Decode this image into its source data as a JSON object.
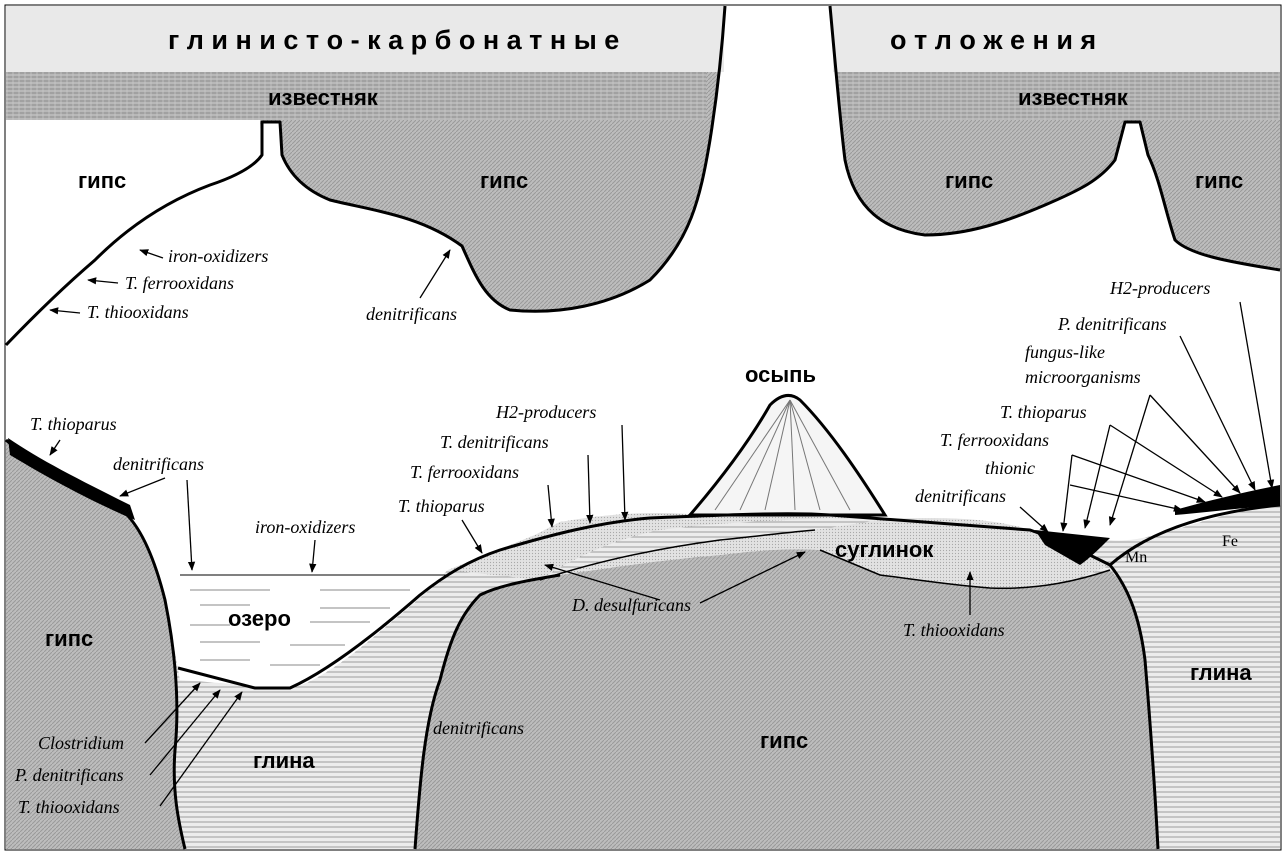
{
  "header": {
    "left": "г л и н и с т о - к а р б о н а т н ы е",
    "right": "о т л о ж е н и я"
  },
  "rocks": {
    "limestone_left": "известняк",
    "limestone_right": "известняк",
    "gypsum_top_1": "гипс",
    "gypsum_top_2": "гипс",
    "gypsum_top_3": "гипс",
    "gypsum_top_4": "гипс",
    "gypsum_left": "гипс",
    "gypsum_bottom": "гипс",
    "clay_bottom": "глина",
    "clay_right": "глина",
    "scree": "осыпь",
    "loam": "суглинок",
    "lake": "озеро"
  },
  "elements": {
    "mn": "Mn",
    "fe": "Fe"
  },
  "microbes": {
    "ceiling_iron_oxidizers": "iron-oxidizers",
    "ceiling_t_ferrooxidans": "T. ferrooxidans",
    "ceiling_t_thiooxidans": "T. thiooxidans",
    "ceiling_denitrificans": "denitrificans",
    "left_t_thioparus": "T. thioparus",
    "left_denitrificans": "denitrificans",
    "lake_iron_oxidizers": "iron-oxidizers",
    "floor_h2_producers": "H2-producers",
    "floor_t_denitrificans": "T. denitrificans",
    "floor_t_ferrooxidans": "T. ferrooxidans",
    "floor_t_thioparus": "T. thioparus",
    "d_desulfuricans": "D. desulfuricans",
    "loam_t_thiooxidans": "T. thiooxidans",
    "clay_denitrificans": "denitrificans",
    "bottom_clostridium": "Clostridium",
    "bottom_p_denitrificans": "P. denitrificans",
    "bottom_t_thiooxidans": "T. thiooxidans",
    "right_h2_producers": "H2-producers",
    "right_p_denitrificans": "P. denitrificans",
    "right_fungus_like_1": "fungus-like",
    "right_fungus_like_2": "microorganisms",
    "right_t_thioparus": "T. thioparus",
    "right_t_ferrooxidans": "T. ferrooxidans",
    "right_thionic": "thionic",
    "right_denitrificans": "denitrificans"
  }
}
